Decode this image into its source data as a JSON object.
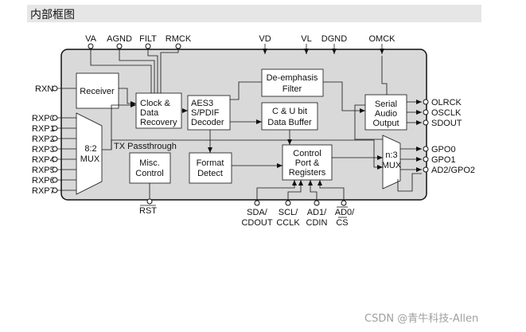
{
  "header": {
    "title": "内部框图"
  },
  "top_pins": {
    "va": "VA",
    "agnd": "AGND",
    "filt": "FILT",
    "rmck": "RMCK",
    "vd": "VD",
    "vl": "VL",
    "dgnd": "DGND",
    "omck": "OMCK"
  },
  "left_pins": [
    "RXN",
    "RXP0",
    "RXP1",
    "RXP2",
    "RXP3",
    "RXP4",
    "RXP5",
    "RXP6",
    "RXP7"
  ],
  "right_pins": {
    "olrck": "OLRCK",
    "osclk": "OSCLK",
    "sdout": "SDOUT",
    "gpo0": "GPO0",
    "gpo1": "GPO1",
    "ad2_gpo2": "AD2/GPO2"
  },
  "bottom_pins": {
    "rst": "RST",
    "sda_1": "SDA/",
    "sda_2": "CDOUT",
    "scl_1": "SCL/",
    "scl_2": "CCLK",
    "ad1_1": "AD1/",
    "ad1_2": "CDIN",
    "ad0_1": "AD0/",
    "ad0_2": "CS"
  },
  "blocks": {
    "receiver": "Receiver",
    "mux8_1": "8:2",
    "mux8_2": "MUX",
    "clock_1": "Clock &",
    "clock_2": "Data",
    "clock_3": "Recovery",
    "aes_1": "AES3",
    "aes_2": "S/PDIF",
    "aes_3": "Decoder",
    "deemph_1": "De-emphasis",
    "deemph_2": "Filter",
    "cu_1": "C & U bit",
    "cu_2": "Data Buffer",
    "serial_1": "Serial",
    "serial_2": "Audio",
    "serial_3": "Output",
    "misc_1": "Misc.",
    "misc_2": "Control",
    "format_1": "Format",
    "format_2": "Detect",
    "ctrl_1": "Control",
    "ctrl_2": "Port &",
    "ctrl_3": "Registers",
    "mux3_1": "n:3",
    "mux3_2": "MUX"
  },
  "tx_passthrough": "TX Passthrough",
  "watermark": "CSDN @青牛科技-Allen"
}
